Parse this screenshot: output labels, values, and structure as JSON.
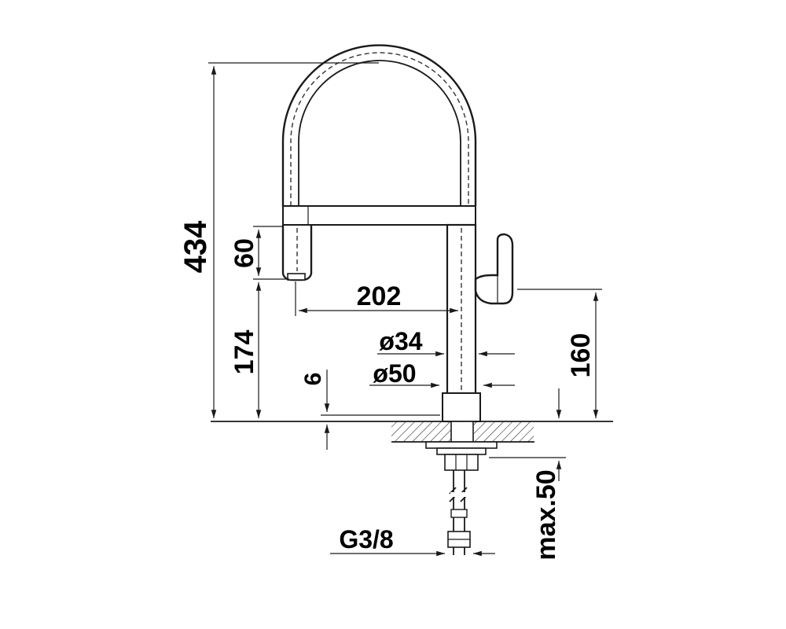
{
  "drawing": {
    "dimensions": {
      "total_height": "434",
      "spray_length": "60",
      "spout_reach": "202",
      "spout_height": "174",
      "base_thickness": "6",
      "hose_diameter": "ø34",
      "base_diameter": "ø50",
      "lever_height": "160",
      "mount_depth": "max.50",
      "connection": "G3/8"
    }
  }
}
